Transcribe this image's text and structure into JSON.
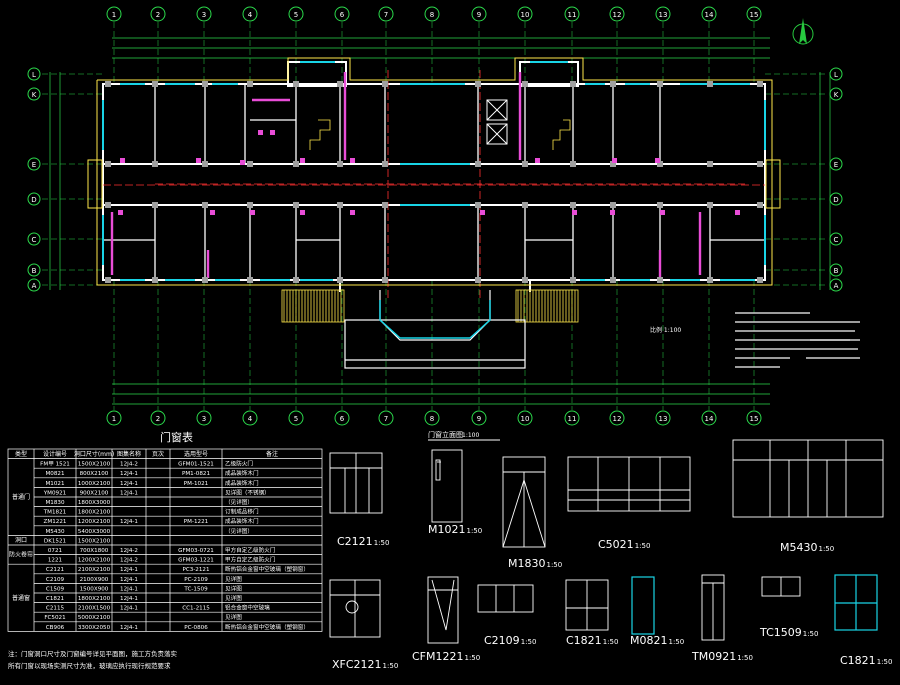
{
  "axes": {
    "columns": [
      "1",
      "2",
      "3",
      "4",
      "5",
      "6",
      "7",
      "8",
      "9",
      "10",
      "11",
      "12",
      "13",
      "14",
      "15"
    ],
    "rows_left": [
      "L",
      "K",
      "E",
      "D",
      "C",
      "B",
      "A"
    ],
    "rows_right": [
      "L",
      "K",
      "E",
      "D",
      "C",
      "B",
      "A"
    ]
  },
  "plan": {
    "scale_note": "比例 1:100"
  },
  "schedule": {
    "title": "门窗表",
    "headers": [
      "类型",
      "设计编号",
      "洞口尺寸(mm)",
      "图集名称",
      "页次",
      "选用型号",
      "备注"
    ],
    "groups": [
      {
        "label": "普通门",
        "rows": [
          [
            "FM甲 1521",
            "1500X2100",
            "12J4-2",
            "",
            "GFM01-1521",
            "乙级防火门"
          ],
          [
            "M0821",
            "800X2100",
            "12J4-1",
            "",
            "PM1-0821",
            "成品装饰木门"
          ],
          [
            "M1021",
            "1000X2100",
            "12J4-1",
            "",
            "PM-1021",
            "成品装饰木门"
          ],
          [
            "YM0921",
            "900X2100",
            "12J4-1",
            "",
            "",
            "见详图（不锈钢）"
          ],
          [
            "M1830",
            "1800X3000",
            "",
            "",
            "",
            "（见详图）"
          ],
          [
            "TM1821",
            "1800X2100",
            "",
            "",
            "",
            "订制成品移门"
          ],
          [
            "ZM1221",
            "1200X2100",
            "12J4-1",
            "",
            "PM-1221",
            "成品装饰木门"
          ],
          [
            "M5430",
            "5400X3000",
            "",
            "",
            "",
            "（见详图）"
          ]
        ]
      },
      {
        "label": "洞口",
        "rows": [
          [
            "DK1521",
            "1500X2100",
            "",
            "",
            "",
            ""
          ]
        ]
      },
      {
        "label": "防火卷帘",
        "rows": [
          [
            "0721",
            "700X1800",
            "12J4-2",
            "",
            "GFM03-0721",
            "甲方自定乙级防火门"
          ],
          [
            "1221",
            "1200X2100",
            "12J4-2",
            "",
            "GFM03-1221",
            "甲方自定乙级防火门"
          ]
        ]
      },
      {
        "label": "普通窗",
        "rows": [
          [
            "C2121",
            "2100X2100",
            "12J4-1",
            "",
            "PC3-2121",
            "断热铝合金窗中空玻璃（塑钢窗）"
          ],
          [
            "C2109",
            "2100X900",
            "12J4-1",
            "",
            "PC-2109",
            "见详图"
          ],
          [
            "C1509",
            "1500X900",
            "12J4-1",
            "",
            "TC-1509",
            "见详图"
          ],
          [
            "C1821",
            "1800X2100",
            "12J4-1",
            "",
            "",
            "见详图"
          ],
          [
            "C2115",
            "2100X1500",
            "12J4-1",
            "",
            "CC1-2115",
            "铝合金窗中空玻璃"
          ],
          [
            "FC5021",
            "5000X2100",
            "",
            "",
            "",
            "见详图"
          ],
          [
            "CB906",
            "3300X2050",
            "12J4-1",
            "",
            "PC-0806",
            "断热铝合金窗中空玻璃（塑钢窗）"
          ]
        ]
      }
    ],
    "notes": [
      "注：门窗洞口尺寸及门窗编号详见平面图，施工方负责落实",
      "所有门窗以现场实测尺寸为准，玻璃应执行现行规范要求"
    ]
  },
  "elevations": {
    "section_title": "门窗立面图",
    "section_scale": "1:100",
    "labels": [
      {
        "name": "C2121",
        "scale": "1:50"
      },
      {
        "name": "M1021",
        "scale": "1:50"
      },
      {
        "name": "M1830",
        "scale": "1:50"
      },
      {
        "name": "C5021",
        "scale": "1:50"
      },
      {
        "name": "M5430",
        "scale": "1:50"
      },
      {
        "name": "XFC2121",
        "scale": "1:50"
      },
      {
        "name": "CFM1221",
        "scale": "1:50"
      },
      {
        "name": "C2109",
        "scale": "1:50"
      },
      {
        "name": "C1821",
        "scale": "1:50"
      },
      {
        "name": "M0821",
        "scale": "1:50"
      },
      {
        "name": "TM0921",
        "scale": "1:50"
      },
      {
        "name": "TC1509",
        "scale": "1:50"
      },
      {
        "name": "C1821b",
        "display": "C1821",
        "scale": "1:50"
      }
    ]
  },
  "colors": {
    "bg": "#000000",
    "wall": "#ffffff",
    "axis": "#27c93f",
    "dim": "#2bd94b",
    "window": "#19d4e6",
    "partition": "#e94dd7",
    "red": "#ff3030",
    "yellow": "#ffe84a",
    "text": "#ffffff"
  }
}
